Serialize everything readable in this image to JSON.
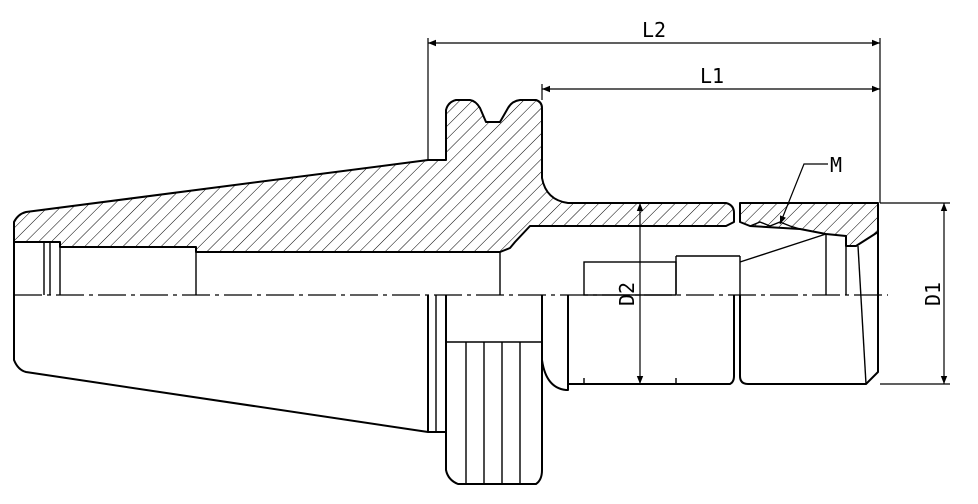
{
  "labels": {
    "l2": "L2",
    "l1": "L1",
    "m": "M",
    "d2": "D2",
    "d1": "D1"
  },
  "colors": {
    "line": "#000000",
    "background": "#ffffff"
  }
}
